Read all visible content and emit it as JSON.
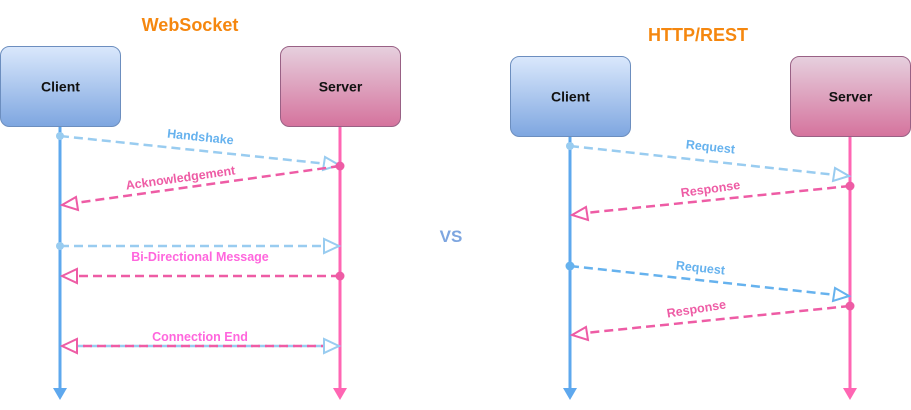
{
  "websocket": {
    "title": "WebSocket",
    "client_label": "Client",
    "server_label": "Server",
    "messages": {
      "handshake": "Handshake",
      "acknowledgement": "Acknowledgement",
      "bidirectional": "Bi-Directional Message",
      "connection_end": "Connection End"
    }
  },
  "vs_label": "VS",
  "http": {
    "title": "HTTP/REST",
    "client_label": "Client",
    "server_label": "Server",
    "messages": {
      "request_1": "Request",
      "response_1": "Response",
      "request_2": "Request",
      "response_2": "Response"
    }
  },
  "colors": {
    "title": "#f5870f",
    "vs": "#7ea6e0",
    "client_line": "#5ea8ee",
    "server_line": "#ff66b3",
    "request_msg": "#66b2ee",
    "response_msg": "#ee5ca5",
    "client_box_top": "#dae8fc",
    "client_box_bottom": "#7ea6e0",
    "server_box_top": "#e6d0de",
    "server_box_bottom": "#d5739d"
  }
}
